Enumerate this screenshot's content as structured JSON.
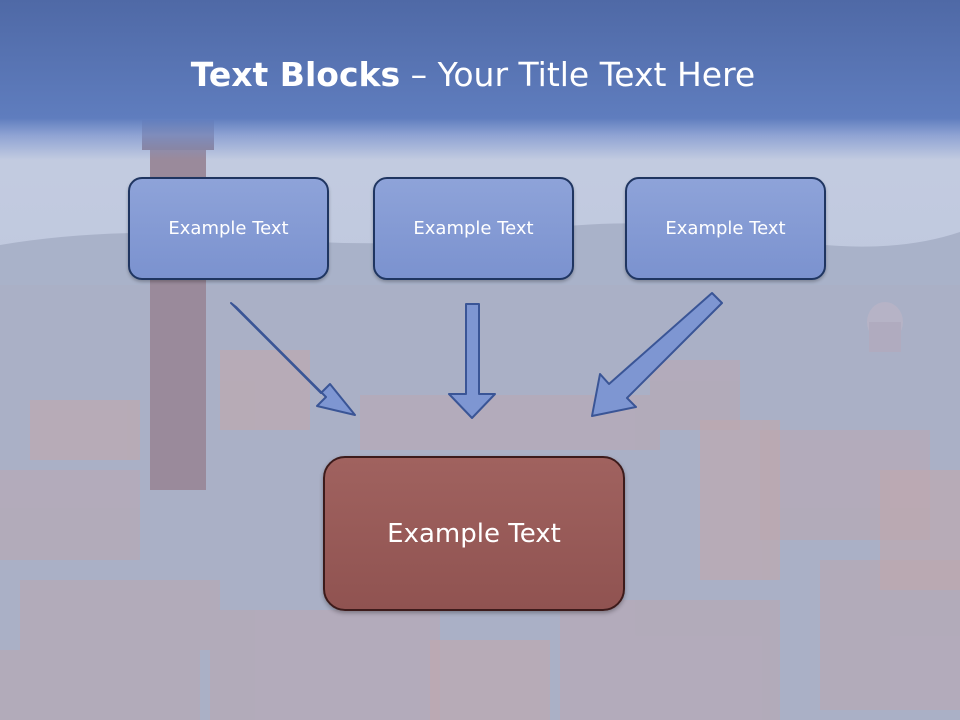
{
  "title": {
    "bold": "Text Blocks",
    "dash": " – ",
    "rest": "Your Title Text Here"
  },
  "blocks": [
    {
      "label": "Example Text"
    },
    {
      "label": "Example Text"
    },
    {
      "label": "Example Text"
    }
  ],
  "main_block": {
    "label": "Example Text"
  },
  "colors": {
    "title_band": "#5f7dbe",
    "block_fill": "#8a9fd6",
    "block_border": "#1f3561",
    "main_fill": "#9a5d5a",
    "main_border": "#3d1b1b",
    "arrow_fill": "#7e96d2"
  }
}
